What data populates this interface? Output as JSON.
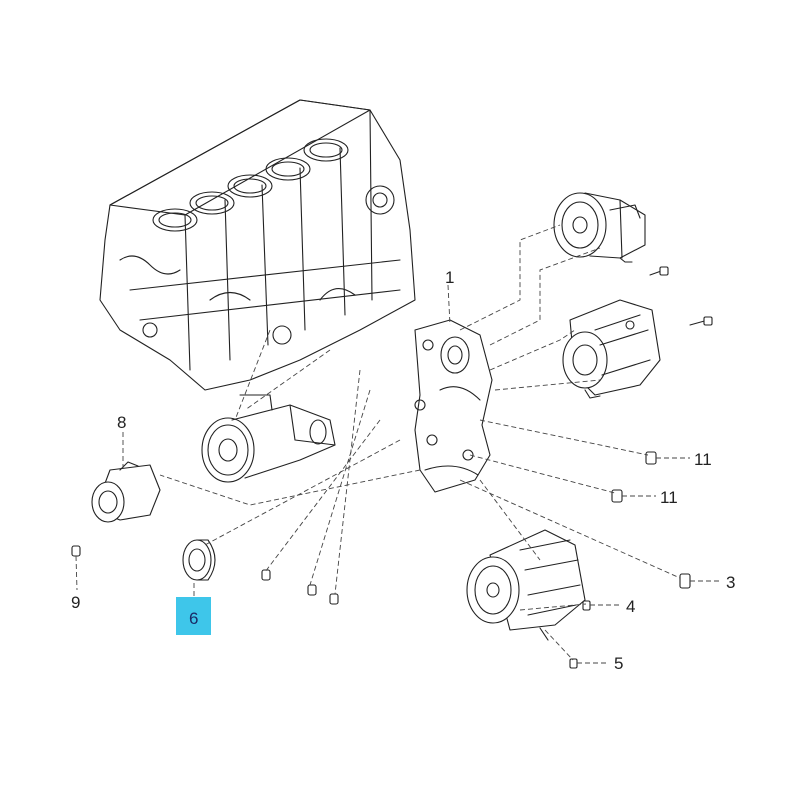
{
  "diagram": {
    "callouts": [
      {
        "id": "1",
        "label": "1"
      },
      {
        "id": "3",
        "label": "3"
      },
      {
        "id": "4",
        "label": "4"
      },
      {
        "id": "5",
        "label": "5"
      },
      {
        "id": "6",
        "label": "6",
        "highlighted": true
      },
      {
        "id": "8",
        "label": "8"
      },
      {
        "id": "9",
        "label": "9"
      },
      {
        "id": "11a",
        "label": "11"
      },
      {
        "id": "11b",
        "label": "11"
      }
    ],
    "highlight_color": "#3ec6ea"
  }
}
